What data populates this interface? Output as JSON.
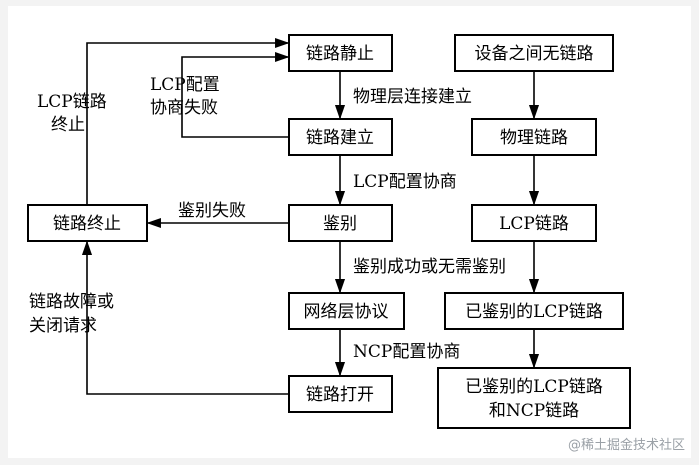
{
  "nodes": {
    "link_dead": "链路静止",
    "no_link": "设备之间无链路",
    "link_establish": "链路建立",
    "physical_link": "物理链路",
    "link_terminate": "链路终止",
    "authenticate": "鉴别",
    "lcp_link": "LCP链路",
    "network_protocol": "网络层协议",
    "auth_lcp_link": "已鉴别的LCP链路",
    "link_open": "链路打开",
    "auth_lcp_ncp_link_line1": "已鉴别的LCP链路",
    "auth_lcp_ncp_link_line2": "和NCP链路"
  },
  "edge_labels": {
    "physical_up": "物理层连接建立",
    "lcp_fail_line1": "LCP配置",
    "lcp_fail_line2": "协商失败",
    "lcp_terminate_line1": "LCP链路",
    "lcp_terminate_line2": "终止",
    "lcp_negotiate": "LCP配置协商",
    "auth_fail": "鉴别失败",
    "auth_success": "鉴别成功或无需鉴别",
    "ncp_negotiate": "NCP配置协商",
    "fault_line1": "链路故障或",
    "fault_line2": "关闭请求"
  },
  "watermark": "@稀土掘金技术社区"
}
